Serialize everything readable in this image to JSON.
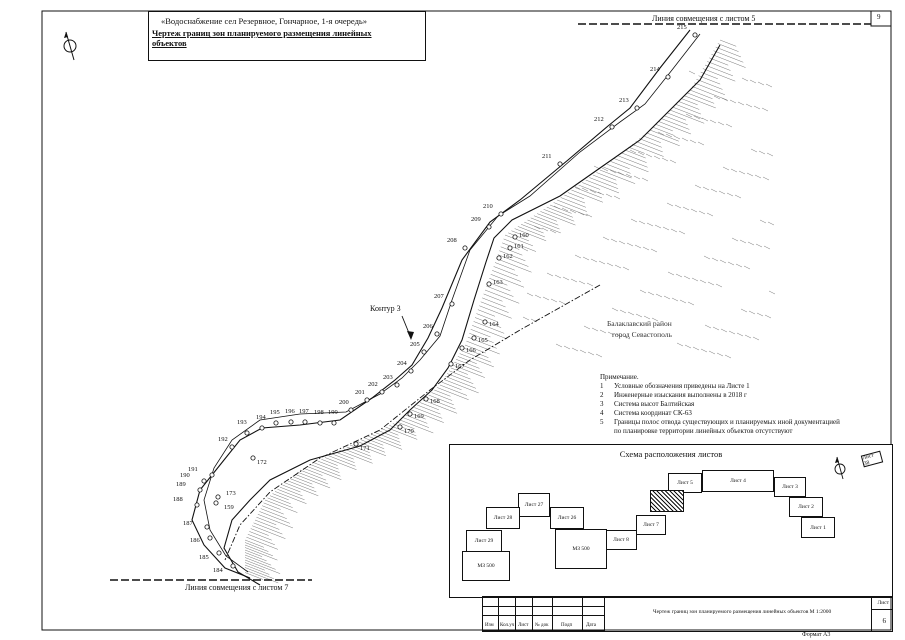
{
  "title": {
    "line1": "«Водоснабжение сел Резервное, Гончарное, 1-я очередь»",
    "line2": "Чертеж границ зон планируемого размещения линейных",
    "line3": "объектов"
  },
  "sheet_number_top": "9",
  "match_line_top": "Линия совмещения с листом 5",
  "match_line_bottom": "Линия совмещения с листом 7",
  "contour_label": "Контур 3",
  "district": {
    "line1": "Балаклавский район",
    "line2": "город Севастополь"
  },
  "notes": {
    "heading": "Примечание.",
    "items": [
      {
        "num": "1",
        "text": "Условные обозначения приведены на Листе 1"
      },
      {
        "num": "2",
        "text": "Инженерные изыскания выполнены в 2018 г"
      },
      {
        "num": "3",
        "text": "Система высот Балтийская"
      },
      {
        "num": "4",
        "text": "Система координат СК-63"
      },
      {
        "num": "5",
        "text": "Границы полос отвода существующих и планируемых иной документацией по планировке территории линейных объектов отсутствуют"
      }
    ]
  },
  "scheme": {
    "title": "Схема расположения листов",
    "tiles": [
      {
        "label": "Лист 5"
      },
      {
        "label": "Лист 4"
      },
      {
        "label": "Лист 3"
      },
      {
        "label": "Лист 2"
      },
      {
        "label": "Лист 1"
      },
      {
        "label": "Лист 6"
      },
      {
        "label": "Лист 7"
      },
      {
        "label": "Лист 8"
      },
      {
        "label": "МЗ 500"
      },
      {
        "label": "Лист 26"
      },
      {
        "label": "Лист 27"
      },
      {
        "label": "Лист 28"
      },
      {
        "label": "Лист 29"
      },
      {
        "label": "МЗ 500"
      },
      {
        "label": "Лист 38"
      }
    ]
  },
  "stamp": {
    "labels": [
      "Изм",
      "Кол.уч",
      "Лист",
      "№ док",
      "Подп",
      "Дата"
    ],
    "title": "Чертеж границ зон планируемого размещения линейных объектов М 1:2000",
    "sheet_label": "Лист",
    "sheet_number": "6"
  },
  "format_label": "Формат А3",
  "points_upper": [
    {
      "label": "215"
    },
    {
      "label": "214"
    },
    {
      "label": "213"
    },
    {
      "label": "212"
    },
    {
      "label": "211"
    },
    {
      "label": "210"
    },
    {
      "label": "209"
    },
    {
      "label": "208"
    },
    {
      "label": "207"
    },
    {
      "label": "206"
    },
    {
      "label": "205"
    },
    {
      "label": "204"
    },
    {
      "label": "203"
    },
    {
      "label": "202"
    },
    {
      "label": "201"
    },
    {
      "label": "200"
    },
    {
      "label": "199"
    },
    {
      "label": "198"
    },
    {
      "label": "197"
    },
    {
      "label": "196"
    },
    {
      "label": "195"
    },
    {
      "label": "194"
    },
    {
      "label": "193"
    },
    {
      "label": "192"
    },
    {
      "label": "191"
    },
    {
      "label": "190"
    },
    {
      "label": "189"
    },
    {
      "label": "188"
    },
    {
      "label": "187"
    },
    {
      "label": "186"
    },
    {
      "label": "185"
    },
    {
      "label": "184"
    }
  ],
  "points_lower": [
    {
      "label": "160"
    },
    {
      "label": "161"
    },
    {
      "label": "162"
    },
    {
      "label": "163"
    },
    {
      "label": "164"
    },
    {
      "label": "165"
    },
    {
      "label": "166"
    },
    {
      "label": "167"
    },
    {
      "label": "168"
    },
    {
      "label": "169"
    },
    {
      "label": "170"
    },
    {
      "label": "171"
    },
    {
      "label": "172"
    },
    {
      "label": "173"
    },
    {
      "label": "159"
    }
  ]
}
